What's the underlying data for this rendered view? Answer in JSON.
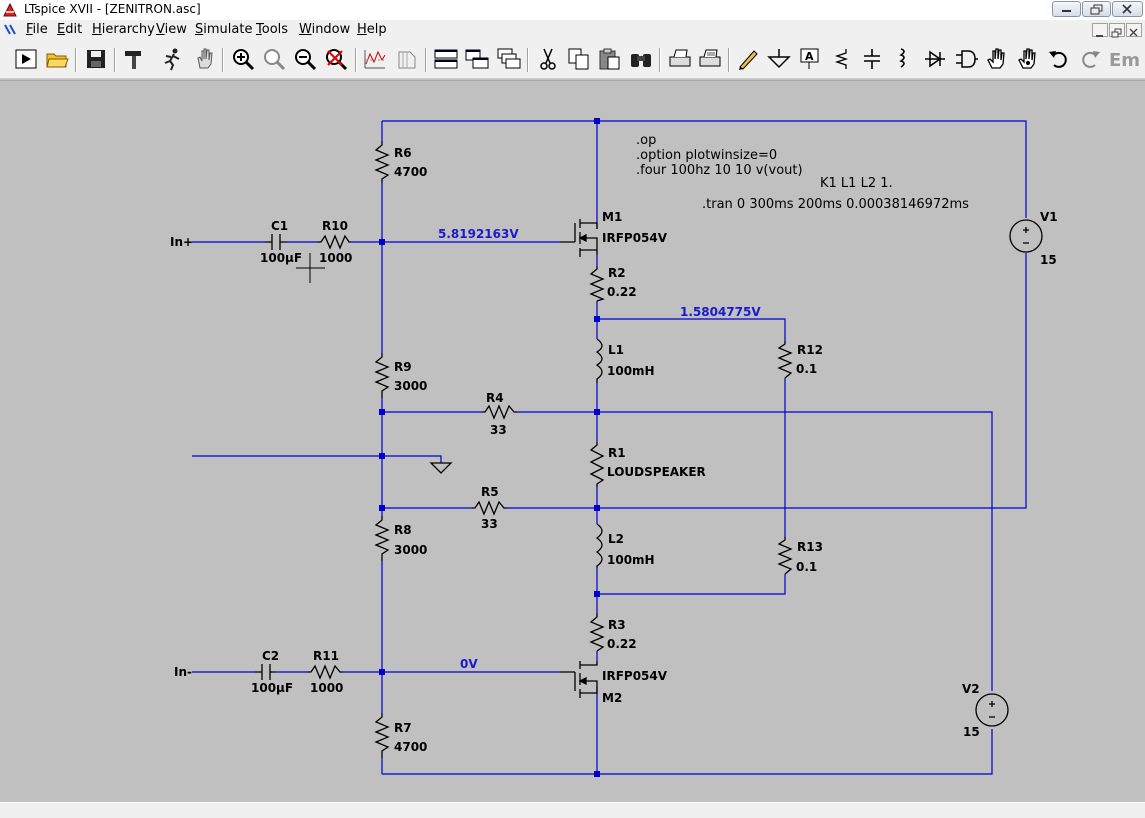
{
  "window": {
    "title": "LTspice XVII - [ZENITRON.asc]",
    "icon": "ltspice-logo-icon"
  },
  "menu": [
    "File",
    "Edit",
    "Hierarchy",
    "View",
    "Simulate",
    "Tools",
    "Window",
    "Help"
  ],
  "toolbar": [
    "run-icon",
    "open-folder-icon",
    "save-icon",
    "hammer-icon",
    "run-man-icon",
    "pan-hand-icon",
    "zoom-in-icon",
    "zoom-area-icon",
    "zoom-out-icon",
    "zoom-cancel-icon",
    "autorange-icon",
    "waveform-window-icon",
    "tile-horizontal-icon",
    "tile-vertical-icon",
    "cascade-icon",
    "cut-icon",
    "copy-icon",
    "paste-icon",
    "find-icon",
    "print-icon",
    "print-setup-icon",
    "draw-wire-icon",
    "ground-icon",
    "label-net-icon",
    "resistor-icon",
    "capacitor-icon",
    "inductor-icon",
    "diode-icon",
    "component-icon",
    "move-hand-icon",
    "drag-icon",
    "undo-icon",
    "redo-icon",
    "text-icon"
  ],
  "schematic": {
    "wire_color": "#0000cc",
    "directives": {
      "op": ".op",
      "option": ".option plotwinsize=0",
      "four": ".four 100hz 10 10 v(vout)",
      "coupling": "K1 L1 L2 1.",
      "tran": ".tran 0 300ms 200ms 0.00038146972ms"
    },
    "nets": {
      "in_plus": "In+",
      "in_minus": "In-",
      "gate_top_voltage": "5.8192163V",
      "mid_voltage": "1.5804775V",
      "gate_bottom_voltage": "0V"
    },
    "components": {
      "R6": {
        "name": "R6",
        "value": "4700"
      },
      "C1": {
        "name": "C1",
        "value": "100µF"
      },
      "R10": {
        "name": "R10",
        "value": "1000"
      },
      "M1": {
        "name": "M1",
        "value": "IRFP054V"
      },
      "R2": {
        "name": "R2",
        "value": "0.22"
      },
      "L1": {
        "name": "L1",
        "value": "100mH"
      },
      "R12": {
        "name": "R12",
        "value": "0.1"
      },
      "R9": {
        "name": "R9",
        "value": "3000"
      },
      "R4": {
        "name": "R4",
        "value": "33"
      },
      "R1": {
        "name": "R1",
        "value": "LOUDSPEAKER"
      },
      "R5": {
        "name": "R5",
        "value": "33"
      },
      "R8": {
        "name": "R8",
        "value": "3000"
      },
      "L2": {
        "name": "L2",
        "value": "100mH"
      },
      "R13": {
        "name": "R13",
        "value": "0.1"
      },
      "R3": {
        "name": "R3",
        "value": "0.22"
      },
      "C2": {
        "name": "C2",
        "value": "100µF"
      },
      "R11": {
        "name": "R11",
        "value": "1000"
      },
      "M2": {
        "name": "M2",
        "value": "IRFP054V"
      },
      "R7": {
        "name": "R7",
        "value": "4700"
      },
      "V1": {
        "name": "V1",
        "value": "15"
      },
      "V2": {
        "name": "V2",
        "value": "15"
      }
    }
  }
}
